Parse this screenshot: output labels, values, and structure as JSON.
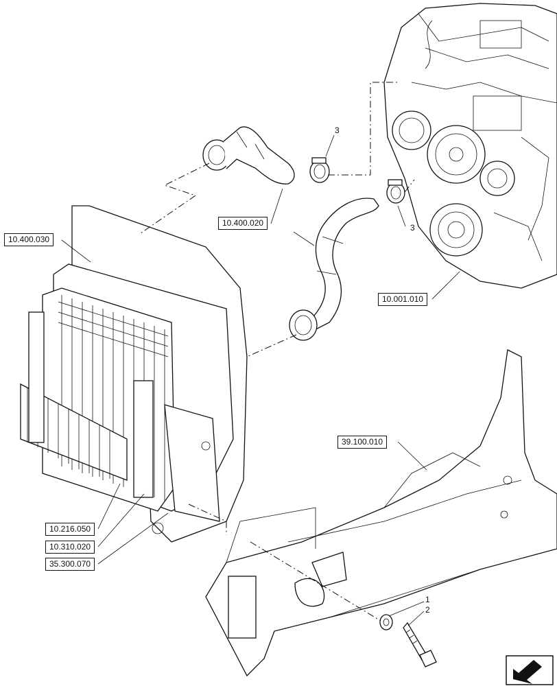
{
  "callouts": {
    "radiator_top": "10.400.030",
    "hose_upper": "10.400.020",
    "engine": "10.001.010",
    "frame": "39.100.010",
    "oil_cooler": "10.216.050",
    "radiator_core": "10.310.020",
    "condenser": "35.300.070"
  },
  "item_numbers": {
    "clamp_upper": "3",
    "clamp_lower": "3",
    "washer": "1",
    "bolt": "2"
  },
  "icons": {
    "view_direction": "arrow-icon"
  }
}
